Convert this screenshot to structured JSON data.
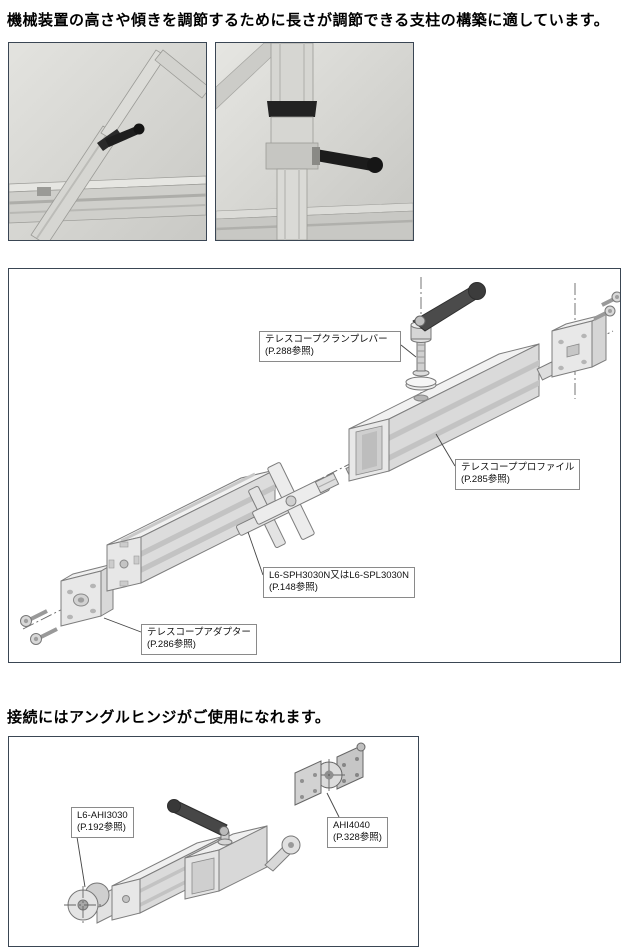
{
  "page": {
    "heading_top": "機械装置の高さや傾きを調節するために長さが調節できる支柱の構築に適しています。",
    "heading_hinge": "接続にはアングルヒンジがご使用になれます。"
  },
  "colors": {
    "frame_border": "#3a4654",
    "lever_black": "#1e1e1e",
    "metal_light": "#e8e8e8",
    "metal_mid": "#d5d5d5"
  },
  "telescope_diagram": {
    "labels": [
      {
        "name": "テレスコープクランプレバー",
        "ref": "(P.288参照)"
      },
      {
        "name": "テレスコーププロファイル",
        "ref": "(P.285参照)"
      },
      {
        "name": "L6-SPH3030N又はL6-SPL3030N",
        "ref": "(P.148参照)"
      },
      {
        "name": "テレスコープアダプター",
        "ref": "(P.286参照)"
      }
    ]
  },
  "hinge_diagram": {
    "labels": [
      {
        "name": "L6-AHI3030",
        "ref": "(P.192参照)"
      },
      {
        "name": "AHI4040",
        "ref": "(P.328参照)"
      }
    ]
  }
}
